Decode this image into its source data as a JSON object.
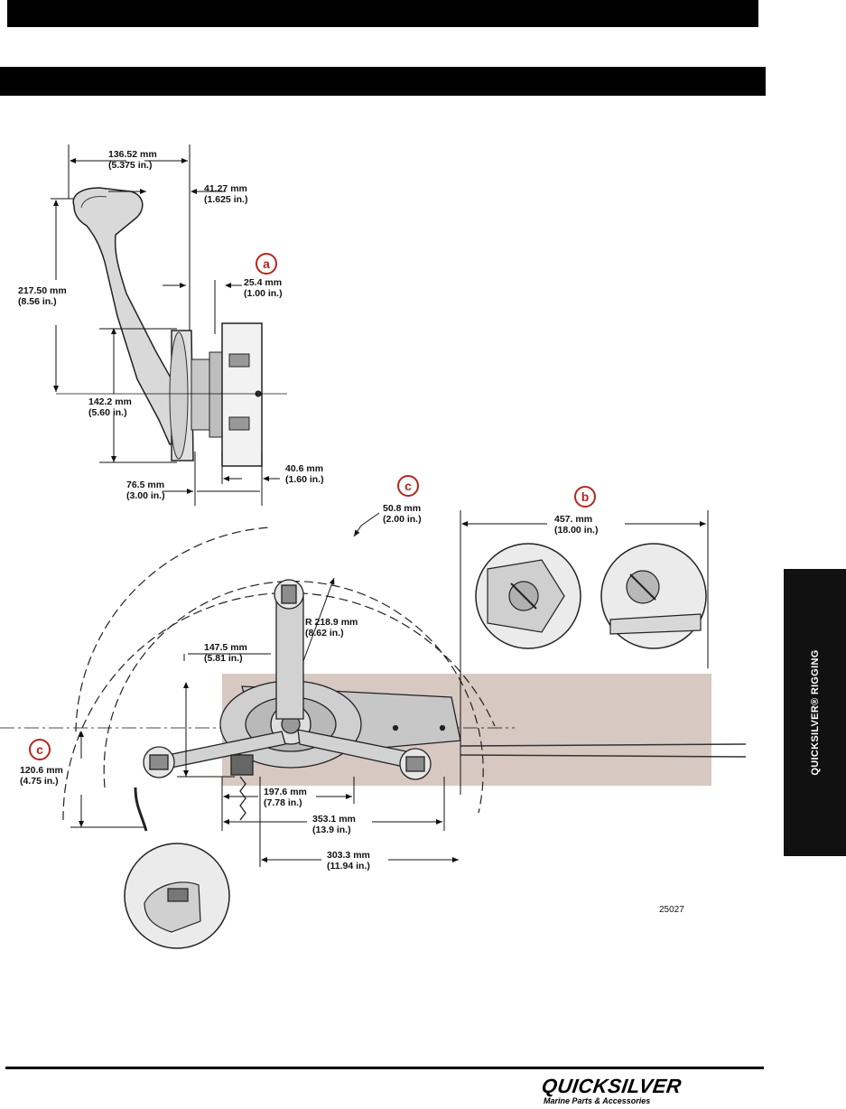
{
  "side_tab": {
    "label": "QUICKSILVER® RIGGING"
  },
  "figure": {
    "figure_number": "25027",
    "callouts": {
      "a": "a",
      "b": "b",
      "c_top": "c",
      "c_left": "c"
    },
    "dimensions": {
      "handle_width": {
        "mm": "136.52 mm",
        "in": "(5.375 in.)"
      },
      "hub_offset": {
        "mm": "41.27 mm",
        "in": "(1.625 in.)"
      },
      "spacer_depth": {
        "mm": "25.4 mm",
        "in": "(1.00 in.)"
      },
      "handle_height": {
        "mm": "217.50 mm",
        "in": "(8.56 in.)"
      },
      "base_height": {
        "mm": "142.2 mm",
        "in": "(5.60 in.)"
      },
      "housing_depth": {
        "mm": "40.6 mm",
        "in": "(1.60 in.)"
      },
      "base_depth": {
        "mm": "76.5 mm",
        "in": "(3.00 in.)"
      },
      "clearance": {
        "mm": "50.8 mm",
        "in": "(2.00 in.)"
      },
      "cable_length": {
        "mm": "457. mm",
        "in": "(18.00 in.)"
      },
      "handle_radius": {
        "mm": "R 218.9 mm",
        "in": "(8.62 in.)"
      },
      "pivot_height": {
        "mm": "147.5 mm",
        "in": "(5.81 in.)"
      },
      "lower_height": {
        "mm": "120.6 mm",
        "in": "(4.75 in.)"
      },
      "pivot_to_neutral": {
        "mm": "197.6 mm",
        "in": "(7.78 in.)"
      },
      "pivot_to_full": {
        "mm": "353.1 mm",
        "in": "(13.9 in.)"
      },
      "overall_width": {
        "mm": "303.3 mm",
        "in": "(11.94 in.)"
      }
    }
  },
  "footer": {
    "brand": "QUICKSILVER",
    "tagline": "Marine Parts & Accessories"
  }
}
